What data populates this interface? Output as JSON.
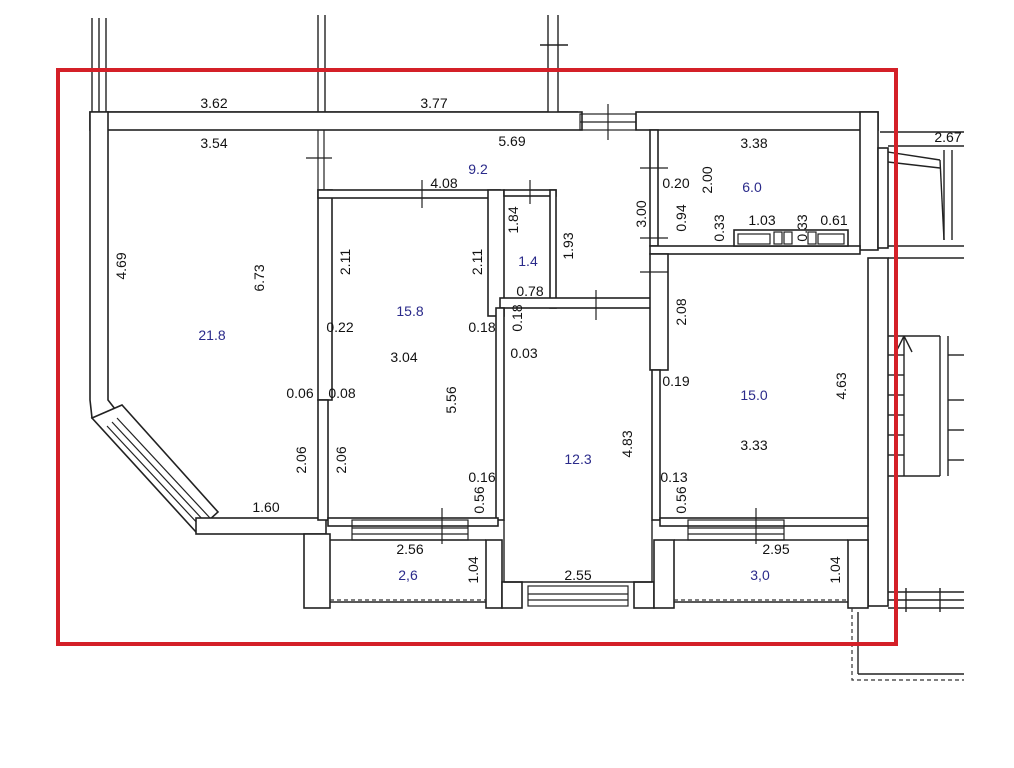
{
  "plan": {
    "dimensions": {
      "d_3_62": "3.62",
      "d_3_77": "3.77",
      "d_3_54": "3.54",
      "d_5_69": "5.69",
      "d_3_38": "3.38",
      "d_2_67": "2.67",
      "d_4_08": "4.08",
      "d_0_20": "0.20",
      "d_2_00": "2.00",
      "d_1_84": "1.84",
      "d_1_93": "1.93",
      "d_3_00": "3.00",
      "d_0_94": "0.94",
      "d_0_33a": "0.33",
      "d_1_03": "1.03",
      "d_0_33b": "0.33",
      "d_0_61": "0.61",
      "d_4_69": "4.69",
      "d_6_73": "6.73",
      "d_2_11a": "2.11",
      "d_2_11b": "2.11",
      "d_0_78": "0.78",
      "d_0_22": "0.22",
      "d_0_18a": "0.18",
      "d_0_18b": "0.18",
      "d_2_08": "2.08",
      "d_3_04": "3.04",
      "d_0_03": "0.03",
      "d_0_06": "0.06",
      "d_0_08": "0.08",
      "d_5_56": "5.56",
      "d_0_19": "0.19",
      "d_4_63": "4.63",
      "d_4_83": "4.83",
      "d_3_33": "3.33",
      "d_2_06a": "2.06",
      "d_2_06b": "2.06",
      "d_0_16": "0.16",
      "d_0_13": "0.13",
      "d_0_56a": "0.56",
      "d_0_56b": "0.56",
      "d_1_60": "1.60",
      "d_2_56": "2.56",
      "d_1_04a": "1.04",
      "d_2_55": "2.55",
      "d_2_95": "2.95",
      "d_1_04b": "1.04"
    },
    "areas": {
      "living_room": "21.8",
      "hall": "9.2",
      "kitchen": "6.0",
      "bathroom": "1.4",
      "bedroom_1": "15.8",
      "room_center": "12.3",
      "bedroom_2": "15.0",
      "balcony_left": "2,6",
      "balcony_right": "3,0"
    },
    "colors": {
      "frame": "#d42028",
      "area_text": "#2a2a8a",
      "lines": "#222222"
    }
  }
}
